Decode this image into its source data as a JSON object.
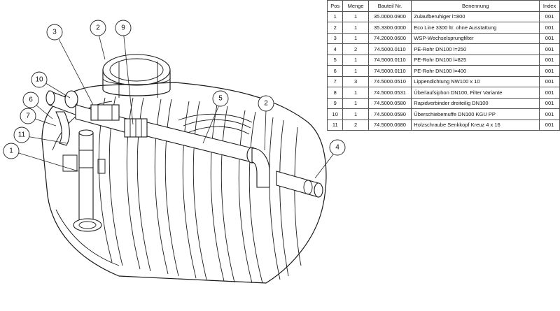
{
  "bom": {
    "headers": {
      "pos": "Pos",
      "menge": "Menge",
      "bauteil": "Bauteil Nr.",
      "benennung": "Benennung",
      "index": "Index"
    },
    "rows": [
      {
        "pos": "1",
        "menge": "1",
        "bauteil": "35.0000.0900",
        "benennung": "Zulaufberuhiger l=800",
        "index": "001"
      },
      {
        "pos": "2",
        "menge": "1",
        "bauteil": "35.3300.0000",
        "benennung": "Eco Line 3300 ltr. ohne Ausstattung",
        "index": "001"
      },
      {
        "pos": "3",
        "menge": "1",
        "bauteil": "74.2000.0600",
        "benennung": "WSP-Wechselsprungfilter",
        "index": "001"
      },
      {
        "pos": "4",
        "menge": "2",
        "bauteil": "74.5000.0110",
        "benennung": "PE-Rohr DN100 l=250",
        "index": "001"
      },
      {
        "pos": "5",
        "menge": "1",
        "bauteil": "74.5000.0110",
        "benennung": "PE-Rohr DN100 l=825",
        "index": "001"
      },
      {
        "pos": "6",
        "menge": "1",
        "bauteil": "74.5000.0110",
        "benennung": "PE-Rohr DN100 l=400",
        "index": "001"
      },
      {
        "pos": "7",
        "menge": "3",
        "bauteil": "74.5000.0510",
        "benennung": "Lippendichtung NW100 x 10",
        "index": "001"
      },
      {
        "pos": "8",
        "menge": "1",
        "bauteil": "74.5000.0531",
        "benennung": "Überlaufsiphon DN100, Filter Variante",
        "index": "001"
      },
      {
        "pos": "9",
        "menge": "1",
        "bauteil": "74.5000.0580",
        "benennung": "Rapidverbinder dreiteilig DN100",
        "index": "001"
      },
      {
        "pos": "10",
        "menge": "1",
        "bauteil": "74.5000.0590",
        "benennung": "Überschiebemuffe DN100 KGU PP",
        "index": "001"
      },
      {
        "pos": "11",
        "menge": "2",
        "bauteil": "74.5000.0680",
        "benennung": "Holzschraube Senkkopf Kreuz 4 x 16",
        "index": "001"
      }
    ]
  },
  "balloons": {
    "b3": "3",
    "b2a": "2",
    "b9": "9",
    "b10": "10",
    "b6": "6",
    "b7": "7",
    "b11": "11",
    "b1": "1",
    "b5": "5",
    "b2b": "2",
    "b4": "4"
  }
}
